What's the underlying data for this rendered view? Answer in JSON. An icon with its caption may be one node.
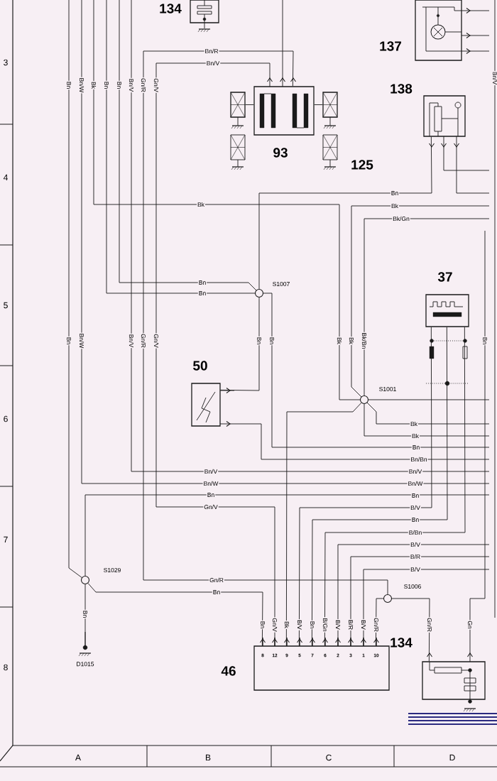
{
  "diagram": {
    "nodes": [
      {
        "text": [
          "134"
        ]
      },
      {
        "text": [
          "137"
        ]
      },
      {
        "text": [
          "138"
        ]
      },
      {
        "text": [],
        "shape": "box"
      },
      {
        "text": [
          "93"
        ]
      },
      {
        "text": [
          "125"
        ]
      },
      {
        "text": [],
        "shape": "circle",
        "beside": [
          "S1007"
        ]
      },
      {
        "text": [
          "37"
        ]
      },
      {
        "text": [],
        "shape": "circle",
        "beside": [
          "S1001"
        ]
      },
      {
        "text": [
          "50"
        ]
      },
      {
        "text": [],
        "shape": "circle",
        "beside": [
          "S1029"
        ]
      },
      {
        "text": [],
        "shape": "circle",
        "beside": [
          "S1006"
        ]
      },
      {
        "text": [
          "46",
          "8",
          "12",
          "9",
          "5",
          "7",
          "6",
          "2",
          "3",
          "1",
          "10"
        ]
      },
      {
        "text": [
          "134"
        ]
      },
      {
        "text": [
          "D1015"
        ]
      }
    ],
    "edges": [
      {
        "from": 3,
        "to": 4,
        "arrow": "none"
      },
      {
        "from": 4,
        "to": 5,
        "arrow": "none"
      },
      {
        "from": 2,
        "to": 6,
        "arrow": "none",
        "label": "Bn"
      },
      {
        "from": 6,
        "to": 9,
        "arrow": "none",
        "label": "Bn"
      },
      {
        "from": 8,
        "to": 12,
        "arrow": "none",
        "label": "Bk"
      },
      {
        "from": 10,
        "to": 12,
        "arrow": "none",
        "label": "Bn"
      },
      {
        "from": 10,
        "to": 14,
        "arrow": "none",
        "label": "Bn"
      },
      {
        "from": 11,
        "to": 12,
        "arrow": "none",
        "label": "Gn/R"
      },
      {
        "from": 11,
        "to": 13,
        "arrow": "none",
        "label": "Gn/R"
      },
      {
        "from": 7,
        "to": 12,
        "arrow": "none",
        "label": "B/V"
      },
      {
        "from": 7,
        "to": 12,
        "arrow": "none",
        "label": "Bn"
      },
      {
        "from": 7,
        "to": 12,
        "arrow": "none",
        "label": "B/Bn"
      },
      {
        "from": 4,
        "to": 11,
        "arrow": "none"
      }
    ],
    "labels": [
      "3",
      "Bn/R",
      "Bn/V",
      "Bn/V",
      "Bn",
      "Bn/W",
      "Bk",
      "Bn",
      "Bn",
      "Bn/V",
      "Gn/R",
      "Gn/V",
      "4",
      "Bk",
      "Bk",
      "Bk/Gn",
      "Bn",
      "Bn",
      "5",
      "Bn",
      "Bn/W",
      "Bn/V",
      "Gn/R",
      "Gn/V",
      "Bn",
      "Bk",
      "Bk",
      "Bk/Bn",
      "Bn",
      "6",
      "Bk",
      "Bk",
      "Bn",
      "Bn/Bn",
      "Bn/V",
      "Bn/V",
      "Bn/W",
      "Bn/W",
      "Bn",
      "Bn",
      "Gn/V",
      "7",
      "B/V",
      "B/R",
      "B/V",
      "Gn/R",
      "Bn",
      "Gn/V",
      "B/V",
      "Bn",
      "B/Gn",
      "B/V",
      "B/R",
      "B/V",
      "Gn",
      "8",
      "A",
      "B",
      "C",
      "D"
    ]
  }
}
